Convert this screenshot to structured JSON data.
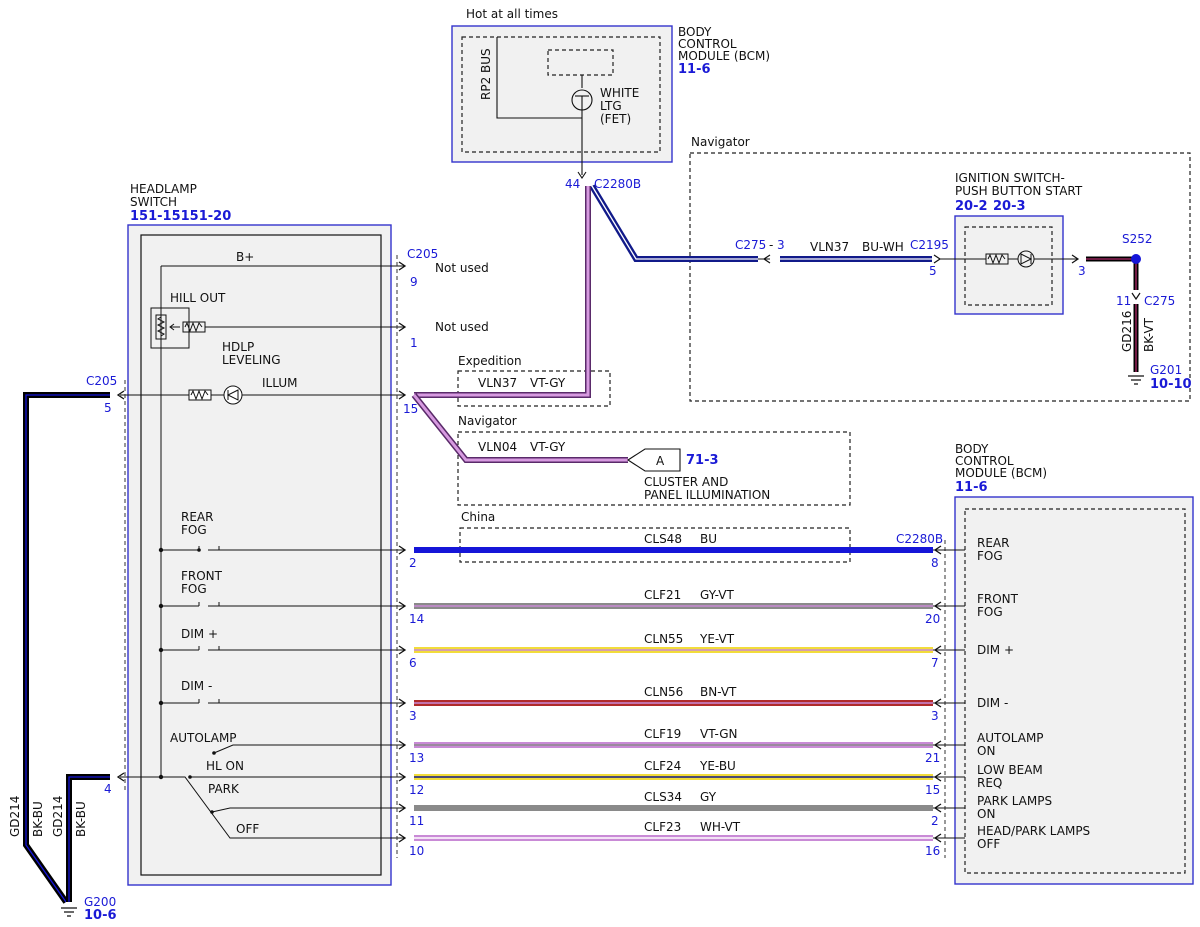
{
  "hot": "Hot at all times",
  "bcm_top": {
    "name_lines": [
      "BODY",
      "CONTROL",
      "MODULE (BCM)"
    ],
    "ref": "11-6",
    "bus": "RP2 BUS",
    "fet_lines": [
      "WHITE",
      "LTG",
      "(FET)"
    ],
    "pin": "44",
    "connector": "C2280B"
  },
  "headlamp_switch": {
    "name_lines": [
      "HEADLAMP",
      "SWITCH"
    ],
    "ref": "151-15151-20",
    "bplus": "B+",
    "hill_out": "HILL OUT",
    "hdlp_lines": [
      "HDLP",
      "LEVELING"
    ],
    "illum": "ILLUM",
    "rear_fog": [
      "REAR",
      "FOG"
    ],
    "front_fog": [
      "FRONT",
      "FOG"
    ],
    "dim_plus": "DIM +",
    "dim_minus": "DIM -",
    "autolamp": "AUTOLAMP",
    "hl_on": "HL ON",
    "park": "PARK",
    "off": "OFF"
  },
  "c205_right": {
    "label": "C205",
    "pin9": "9",
    "pin1": "1",
    "pin15": "15",
    "not_used": "Not used"
  },
  "c205_left": {
    "label": "C205",
    "pin5": "5",
    "pin4": "4"
  },
  "ground_left": {
    "wire1": [
      "GD214",
      "BK-BU"
    ],
    "wire2": [
      "GD214",
      "BK-BU"
    ],
    "ground": "G200",
    "ref": "10-6"
  },
  "navigator_box": {
    "label": "Navigator",
    "ign_lines": [
      "IGNITION SWITCH-",
      "PUSH BUTTON START"
    ],
    "ign_refs": [
      "20-2",
      "20-3"
    ],
    "c275": "C275",
    "c275_pin": "3",
    "wire": "VLN37",
    "color": "BU-WH",
    "c2195": "C2195",
    "c2195_pin": "5",
    "ign_pin": "3",
    "splice": "S252",
    "c275_b": "C275",
    "c275_b_pin": "11",
    "gd216": "GD216",
    "gd216_color": "BK-VT",
    "ground": "G201",
    "ground_ref": "10-10"
  },
  "expedition": {
    "label": "Expedition",
    "wire": "VLN37",
    "color": "VT-GY"
  },
  "navigator_cluster": {
    "label": "Navigator",
    "wire": "VLN04",
    "color": "VT-GY",
    "conn": "A",
    "ref": "71-3",
    "desc_lines": [
      "CLUSTER AND",
      "PANEL ILLUMINATION"
    ]
  },
  "china": {
    "label": "China"
  },
  "bcm_right": {
    "name_lines": [
      "BODY",
      "CONTROL",
      "MODULE (BCM)"
    ],
    "ref": "11-6",
    "connector": "C2280B"
  },
  "circuits": [
    {
      "wire": "CLS48",
      "color": "BU",
      "left_pin": "2",
      "right_pin": "8",
      "label_lines": [
        "REAR",
        "FOG"
      ]
    },
    {
      "wire": "CLF21",
      "color": "GY-VT",
      "left_pin": "14",
      "right_pin": "20",
      "label_lines": [
        "FRONT",
        "FOG"
      ]
    },
    {
      "wire": "CLN55",
      "color": "YE-VT",
      "left_pin": "6",
      "right_pin": "7",
      "label_lines": [
        "DIM +"
      ]
    },
    {
      "wire": "CLN56",
      "color": "BN-VT",
      "left_pin": "3",
      "right_pin": "3",
      "label_lines": [
        "DIM -"
      ]
    },
    {
      "wire": "CLF19",
      "color": "VT-GN",
      "left_pin": "13",
      "right_pin": "21",
      "label_lines": [
        "AUTOLAMP",
        "ON"
      ]
    },
    {
      "wire": "CLF24",
      "color": "YE-BU",
      "left_pin": "12",
      "right_pin": "15",
      "label_lines": [
        "LOW BEAM",
        "REQ"
      ]
    },
    {
      "wire": "CLS34",
      "color": "GY",
      "left_pin": "11",
      "right_pin": "2",
      "label_lines": [
        "PARK LAMPS",
        "ON"
      ]
    },
    {
      "wire": "CLF23",
      "color": "WH-VT",
      "left_pin": "10",
      "right_pin": "16",
      "label_lines": [
        "HEAD/PARK LAMPS",
        "OFF"
      ]
    }
  ],
  "wire_colors": {
    "blue": "#1515d8",
    "navy": "#111a8a",
    "violet": "#c98ad6",
    "gray": "#8a8a8a",
    "yellow": "#f2dc3a",
    "brown_red": "#b02a2a",
    "white": "#ffffff",
    "black": "#000000"
  }
}
